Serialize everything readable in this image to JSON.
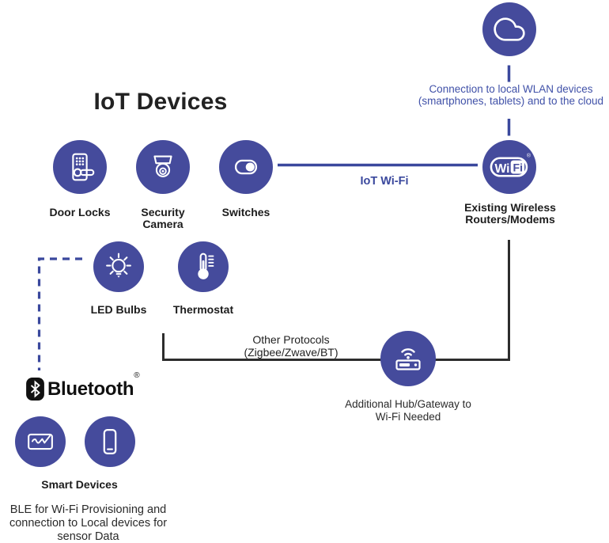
{
  "theme": {
    "circle-fill": "#454b9c",
    "blue-line": "#3a489d",
    "blue-text": "#4051a8",
    "black-line": "#2d2d2d",
    "label": "#1c1c1c",
    "body": "#2a2a2a"
  },
  "title": "IoT Devices",
  "labels": {
    "door_locks": "Door Locks",
    "security_camera": [
      "Security",
      "Camera"
    ],
    "switches": "Switches",
    "router": [
      "Existing Wireless",
      "Routers/Modems"
    ],
    "led_bulbs": "LED Bulbs",
    "thermostat": "Thermostat",
    "smart_devices": "Smart Devices"
  },
  "captions": {
    "cloud": [
      "Connection to local WLAN devices",
      "(smartphones, tablets) and to the cloud"
    ],
    "iot_wifi": "IoT Wi-Fi",
    "other_protocols": [
      "Other Protocols",
      "(Zigbee/Zwave/BT)"
    ],
    "hub": [
      "Additional Hub/Gateway to",
      "Wi-Fi Needed"
    ],
    "ble_note": [
      "BLE for Wi-Fi Provisioning and",
      "connection to Local devices for",
      "sensor Data"
    ]
  },
  "bluetooth": {
    "label": "Bluetooth",
    "registered": "®"
  },
  "wifi_logo": {
    "wi": "Wi",
    "fi": "Fi",
    "registered": "®"
  }
}
